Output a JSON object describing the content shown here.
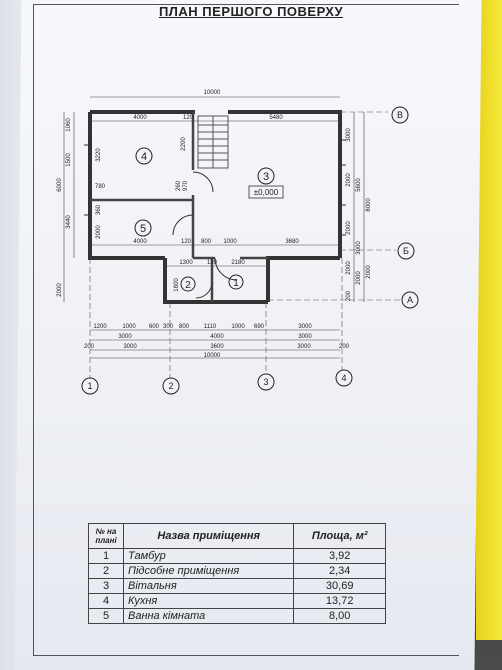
{
  "title": "ПЛАН ПЕРШОГО ПОВЕРХУ",
  "dimensions": {
    "top_total": "10000",
    "top_left": "4000",
    "top_mid": "120",
    "top_right": "5480",
    "left_1": "1060",
    "left_2": "3220",
    "left_3": "1500",
    "left_4": "6000",
    "left_5": "3440",
    "left_6": "780",
    "left_7": "360",
    "left_8": "2000",
    "left_9": "2000",
    "inner_2200": "2200",
    "inner_260": "260",
    "inner_970": "970",
    "right_1": "3000",
    "right_2": "2000",
    "right_3": "5600",
    "right_4": "8000",
    "right_5": "2000",
    "right_6": "3000",
    "right_7": "2000",
    "right_8": "2000",
    "right_9": "200",
    "right_10": "2000",
    "mid_4000": "4000",
    "mid_120a": "120",
    "mid_800": "800",
    "mid_1000": "1000",
    "mid_3680": "3680",
    "low_1300": "1300",
    "low_120": "120",
    "low_2180": "2180",
    "low_1800": "1800",
    "b1": [
      "1200",
      "1000",
      "600",
      "300",
      "800",
      "1110",
      "1000",
      "690",
      "3000"
    ],
    "b2": [
      "3000",
      "4000",
      "3000"
    ],
    "b3": [
      "200",
      "3000",
      "3600",
      "3000",
      "200"
    ],
    "b4": "10000"
  },
  "level_mark": "±0,000",
  "rooms": [
    "1",
    "2",
    "3",
    "4",
    "5"
  ],
  "axes_bottom": [
    "1",
    "2",
    "3",
    "4"
  ],
  "axes_right": [
    "В",
    "Б",
    "А"
  ],
  "table": {
    "header_num": "№ на плані",
    "header_name": "Назва приміщення",
    "header_area": "Площа, м²",
    "rows": [
      {
        "num": "1",
        "name": "Тамбур",
        "area": "3,92"
      },
      {
        "num": "2",
        "name": "Підсобне приміщення",
        "area": "2,34"
      },
      {
        "num": "3",
        "name": "Вітальня",
        "area": "30,69"
      },
      {
        "num": "4",
        "name": "Кухня",
        "area": "13,72"
      },
      {
        "num": "5",
        "name": "Ванна кімната",
        "area": "8,00"
      }
    ]
  }
}
